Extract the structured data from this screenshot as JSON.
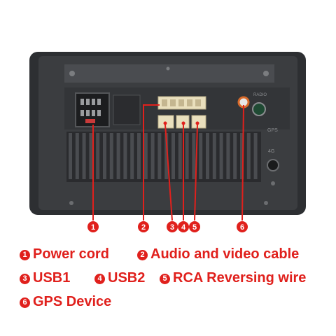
{
  "callouts": [
    {
      "number": "1",
      "label": "Power cord"
    },
    {
      "number": "2",
      "label": "Audio and video cable"
    },
    {
      "number": "3",
      "label": "USB1"
    },
    {
      "number": "4",
      "label": "USB2"
    },
    {
      "number": "5",
      "label": "RCA Reversing wire"
    },
    {
      "number": "6",
      "label": "GPS Device"
    }
  ],
  "device_labels": {
    "radio": "RADIO",
    "gps": "GPS",
    "fourg": "4G"
  },
  "colors": {
    "accent": "#e0201c",
    "chassis": "#3b3d40",
    "connector": "#e9dfbd",
    "connector_orange": "#d86a2a",
    "antenna_green": "#1f4a33"
  }
}
